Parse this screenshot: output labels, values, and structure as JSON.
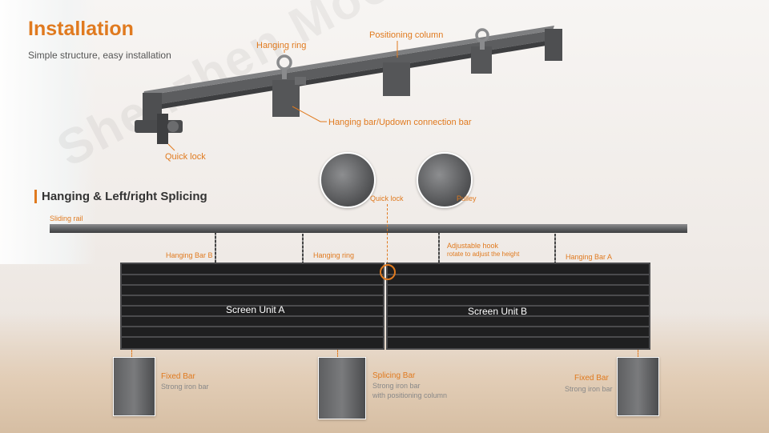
{
  "header": {
    "title": "Installation",
    "subtitle": "Simple structure, easy installation"
  },
  "watermark": "Shenzhen Mooflex Co.,",
  "top_labels": {
    "hanging_ring": "Hanging ring",
    "positioning_column": "Positioning column",
    "hanging_bar": "Hanging bar/Updown connection bar",
    "quick_lock": "Quick lock"
  },
  "section": {
    "title": "Hanging & Left/right Splicing"
  },
  "splice_labels": {
    "quick_lock": "Quick lock",
    "pulley": "Pulley",
    "sliding_rail": "Sliding rail",
    "hanging_bar_b": "Hanging Bar B",
    "hanging_ring": "Hanging ring",
    "adjustable_hook": "Adjustable hook",
    "adjustable_hook_note": "rotate to adjust the height",
    "hanging_bar_a": "Hanging Bar A",
    "screen_a": "Screen Unit A",
    "screen_b": "Screen Unit B"
  },
  "bottom_labels": {
    "fixed_bar_left": "Fixed Bar",
    "fixed_bar_left_note": "Strong iron bar",
    "splicing_bar": "Splicing Bar",
    "splicing_bar_note1": "Strong iron bar",
    "splicing_bar_note2": "with positioning column",
    "fixed_bar_right": "Fixed Bar",
    "fixed_bar_right_note": "Strong iron bar"
  },
  "colors": {
    "accent": "#e07a1f",
    "text": "#333333",
    "metal": "#5a5b5d"
  }
}
